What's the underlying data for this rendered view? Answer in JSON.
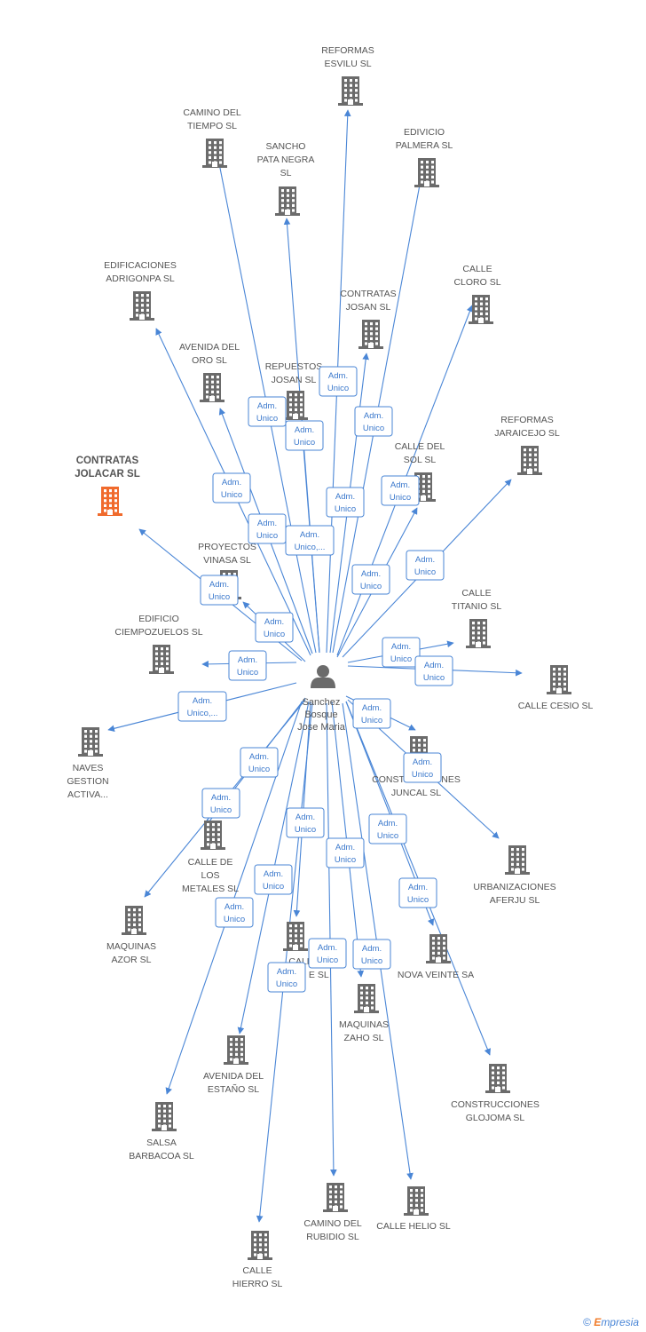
{
  "person": {
    "lines": [
      "Sanchez",
      "Bosque",
      "Jose Maria"
    ]
  },
  "colors": {
    "edge": "#4a86d6",
    "building": "#6b6b6b",
    "focus": "#f06a2c"
  },
  "brand": {
    "copyright": "©",
    "name_first": "E",
    "name_rest": "mpresia"
  },
  "nodes": [
    {
      "id": "reformas-esvilu",
      "lines": [
        "REFORMAS",
        "ESVILU SL"
      ]
    },
    {
      "id": "camino-del-tiempo",
      "lines": [
        "CAMINO DEL",
        "TIEMPO SL"
      ]
    },
    {
      "id": "sancho-pata-negra",
      "lines": [
        "SANCHO",
        "PATA NEGRA",
        "SL"
      ]
    },
    {
      "id": "edivicio-palmera",
      "lines": [
        "EDIVICIO",
        "PALMERA SL"
      ]
    },
    {
      "id": "edificaciones-adrigonpa",
      "lines": [
        "EDIFICACIONES",
        "ADRIGONPA SL"
      ]
    },
    {
      "id": "calle-cloro",
      "lines": [
        "CALLE",
        "CLORO SL"
      ]
    },
    {
      "id": "contratas-josan",
      "lines": [
        "CONTRATAS",
        "JOSAN  SL"
      ]
    },
    {
      "id": "avenida-del-oro",
      "lines": [
        "AVENIDA DEL",
        "ORO SL"
      ]
    },
    {
      "id": "repuestos-josan",
      "lines": [
        "REPUESTOS",
        "JOSAN  SL"
      ]
    },
    {
      "id": "reformas-jaraicejo",
      "lines": [
        "REFORMAS",
        "JARAICEJO SL"
      ]
    },
    {
      "id": "contratas-jolacar",
      "lines": [
        "CONTRATAS",
        "JOLACAR SL"
      ],
      "focus": true
    },
    {
      "id": "calle-del-sol",
      "lines": [
        "CALLE DEL",
        "SOL SL"
      ]
    },
    {
      "id": "proyectos-vinasa",
      "lines": [
        "PROYECTOS",
        "VINASA SL"
      ]
    },
    {
      "id": "calle-titanio",
      "lines": [
        "CALLE",
        "TITANIO SL"
      ]
    },
    {
      "id": "edificio-ciempozuelos",
      "lines": [
        "EDIFICIO",
        "CIEMPOZUELOS SL"
      ]
    },
    {
      "id": "calle-cesio",
      "lines": [
        "CALLE CESIO SL"
      ]
    },
    {
      "id": "naves-gestion",
      "lines": [
        "NAVES",
        "GESTION",
        "ACTIVA..."
      ]
    },
    {
      "id": "construcciones-juncal",
      "lines": [
        "CONSTRUCCIONES",
        "JUNCAL SL"
      ]
    },
    {
      "id": "calle-de-los-metales",
      "lines": [
        "CALLE DE",
        "LOS",
        "METALES SL"
      ]
    },
    {
      "id": "urbanizaciones-aferju",
      "lines": [
        "URBANIZACIONES",
        "AFERJU SL"
      ]
    },
    {
      "id": "maquinas-azor",
      "lines": [
        "MAQUINAS",
        "AZOR  SL"
      ]
    },
    {
      "id": "calle-del-hierro",
      "lines": [
        "CALLE",
        "DEL ... E SL"
      ]
    },
    {
      "id": "nova-veinte",
      "lines": [
        "NOVA VEINTE SA"
      ]
    },
    {
      "id": "maquinas-zaho",
      "lines": [
        "MAQUINAS",
        "ZAHO  SL"
      ]
    },
    {
      "id": "avenida-del-estano",
      "lines": [
        "AVENIDA DEL",
        "ESTAÑO SL"
      ]
    },
    {
      "id": "construcciones-glojoma",
      "lines": [
        "CONSTRUCCIONES",
        "GLOJOMA SL"
      ]
    },
    {
      "id": "salsa-barbacoa",
      "lines": [
        "SALSA",
        "BARBACOA SL"
      ]
    },
    {
      "id": "camino-del-rubidio",
      "lines": [
        "CAMINO DEL",
        "RUBIDIO SL"
      ]
    },
    {
      "id": "calle-helio",
      "lines": [
        "CALLE HELIO SL"
      ]
    },
    {
      "id": "calle-hierro",
      "lines": [
        "CALLE",
        "HIERRO SL"
      ]
    }
  ],
  "edges": [
    {
      "to": "reformas-esvilu",
      "role": [
        "Adm.",
        "Unico"
      ]
    },
    {
      "to": "camino-del-tiempo",
      "role": [
        "Adm.",
        "Unico"
      ]
    },
    {
      "to": "sancho-pata-negra",
      "role": [
        "Adm.",
        "Unico"
      ]
    },
    {
      "to": "edivicio-palmera",
      "role": [
        "Adm.",
        "Unico"
      ]
    },
    {
      "to": "edificaciones-adrigonpa",
      "role": [
        "Adm.",
        "Unico"
      ]
    },
    {
      "to": "calle-cloro",
      "role": [
        "Adm.",
        "Unico"
      ]
    },
    {
      "to": "contratas-josan",
      "role": [
        "Adm.",
        "Unico"
      ]
    },
    {
      "to": "avenida-del-oro",
      "role": [
        "Adm.",
        "Unico"
      ]
    },
    {
      "to": "repuestos-josan",
      "role": [
        "Adm.",
        "Unico,..."
      ]
    },
    {
      "to": "reformas-jaraicejo",
      "role": [
        "Adm.",
        "Unico"
      ]
    },
    {
      "to": "contratas-jolacar",
      "role": [
        "Adm.",
        "Unico"
      ]
    },
    {
      "to": "calle-del-sol",
      "role": [
        "Adm.",
        "Unico"
      ]
    },
    {
      "to": "proyectos-vinasa",
      "role": [
        "Adm.",
        "Unico"
      ]
    },
    {
      "to": "calle-titanio",
      "role": [
        "Adm.",
        "Unico"
      ]
    },
    {
      "to": "edificio-ciempozuelos",
      "role": [
        "Adm.",
        "Unico"
      ]
    },
    {
      "to": "calle-cesio",
      "role": [
        "Adm.",
        "Unico"
      ]
    },
    {
      "to": "naves-gestion",
      "role": [
        "Adm.",
        "Unico,..."
      ]
    },
    {
      "to": "construcciones-juncal",
      "role": [
        "Adm.",
        "Unico"
      ]
    },
    {
      "to": "calle-de-los-metales",
      "role": [
        "Adm.",
        "Unico"
      ]
    },
    {
      "to": "urbanizaciones-aferju",
      "role": [
        "Adm.",
        "Unico"
      ]
    },
    {
      "to": "maquinas-azor",
      "role": [
        "Adm.",
        "Unico"
      ]
    },
    {
      "to": "calle-del-hierro",
      "role": [
        "Adm.",
        "Unico"
      ]
    },
    {
      "to": "nova-veinte",
      "role": [
        "Adm.",
        "Unico"
      ]
    },
    {
      "to": "maquinas-zaho",
      "role": [
        "Adm.",
        "Unico"
      ]
    },
    {
      "to": "avenida-del-estano",
      "role": [
        "Adm.",
        "Unico"
      ]
    },
    {
      "to": "construcciones-glojoma",
      "role": [
        "Adm.",
        "Unico"
      ]
    },
    {
      "to": "salsa-barbacoa",
      "role": [
        "Adm.",
        "Unico"
      ]
    },
    {
      "to": "camino-del-rubidio",
      "role": [
        "Adm.",
        "Unico"
      ]
    },
    {
      "to": "calle-helio",
      "role": [
        "Adm.",
        "Unico"
      ]
    },
    {
      "to": "calle-hierro",
      "role": [
        "Adm.",
        "Unico"
      ]
    }
  ]
}
